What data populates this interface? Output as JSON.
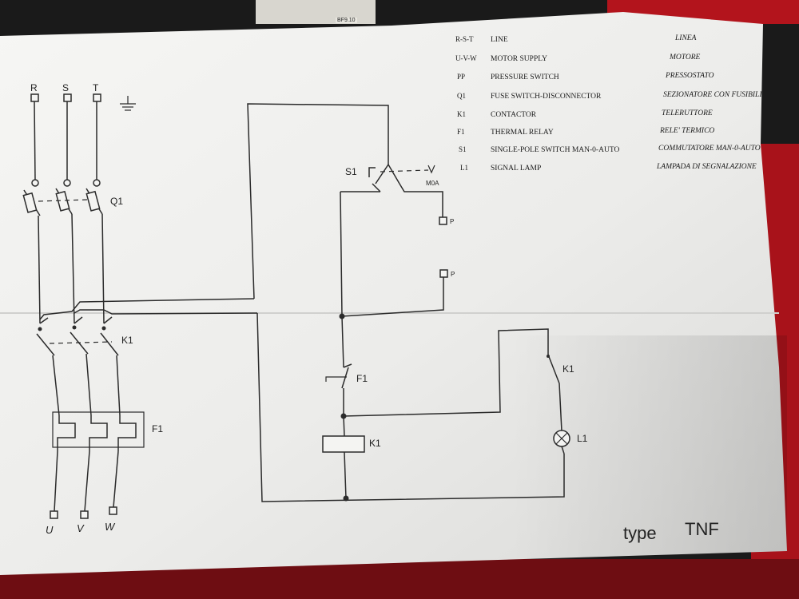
{
  "device_label": "BF9.10",
  "legend": [
    {
      "code": "R-S-T",
      "en": "LINE",
      "it": "LINEA"
    },
    {
      "code": "U-V-W",
      "en": "MOTOR SUPPLY",
      "it": "MOTORE"
    },
    {
      "code": "PP",
      "en": "PRESSURE SWITCH",
      "it": "PRESSOSTATO"
    },
    {
      "code": "Q1",
      "en": "FUSE SWITCH-DISCONNECTOR",
      "it": "SEZIONATORE CON FUSIBILI"
    },
    {
      "code": "K1",
      "en": "CONTACTOR",
      "it": "TELERUTTORE"
    },
    {
      "code": "F1",
      "en": "THERMAL RELAY",
      "it": "RELE' TERMICO"
    },
    {
      "code": "S1",
      "en": "SINGLE-POLE SWITCH MAN-0-AUTO",
      "it": "COMMUTATORE MAN-0-AUTO"
    },
    {
      "code": "L1",
      "en": "SIGNAL LAMP",
      "it": "LAMPADA DI SEGNALAZIONE"
    }
  ],
  "power": {
    "inputs": [
      "R",
      "S",
      "T"
    ],
    "outputs": [
      "U",
      "V",
      "W"
    ],
    "fuse_label": "Q1",
    "contactor_label": "K1",
    "relay_label": "F1"
  },
  "control": {
    "switch_label": "S1",
    "switch_modes": "M0A",
    "pressure_terminal": "P",
    "relay_contact_label": "F1",
    "coil_label": "K1",
    "aux_contact_label": "K1",
    "lamp_label": "L1"
  },
  "type_label": "type",
  "type_value": "TNF"
}
